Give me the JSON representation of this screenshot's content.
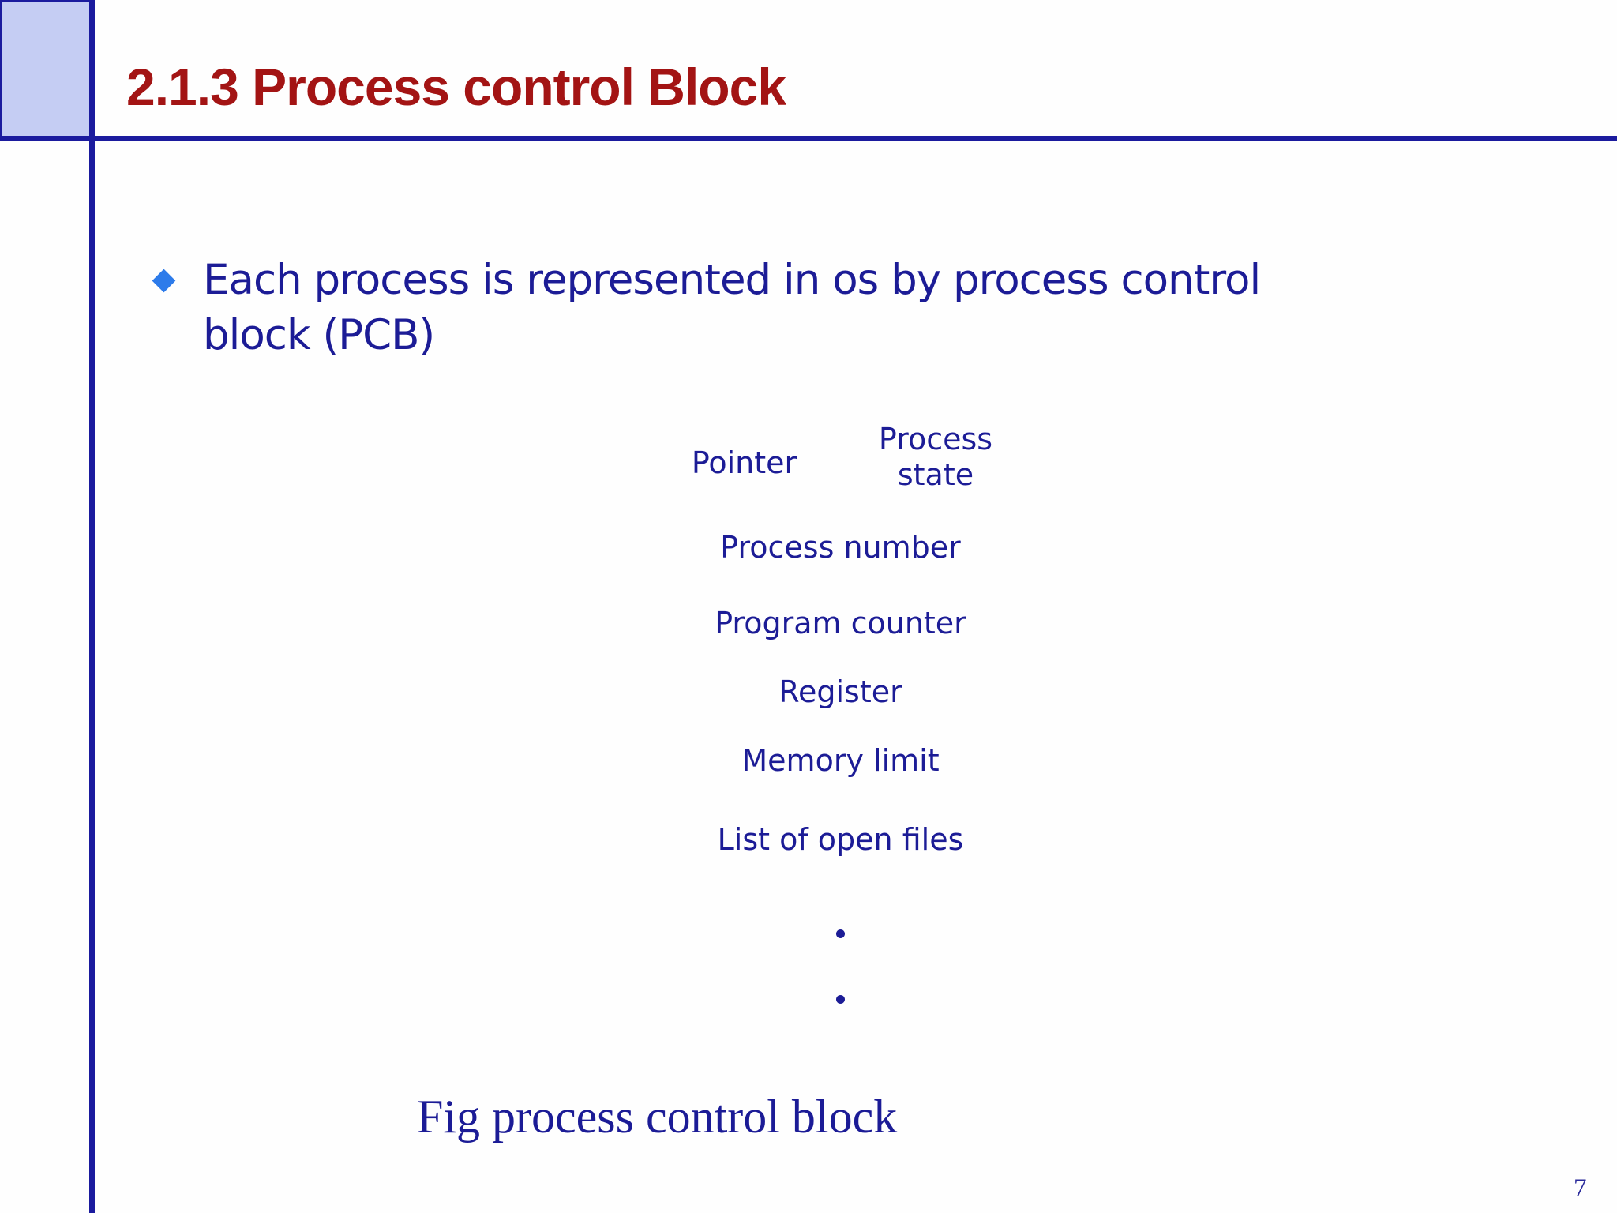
{
  "slide": {
    "title": "2.1.3 Process control Block",
    "page_number": "7"
  },
  "bullet": {
    "icon": "diamond-bullet-icon",
    "lines": [
      "Each process is represented in os by process control",
      "block (PCB)"
    ]
  },
  "diagram": {
    "caption": "Fig process control block",
    "pcb": {
      "header_left": "Pointer",
      "header_right": "Process state",
      "rows": [
        "Process number",
        "Program counter",
        "Register",
        "Memory limit",
        "List of open files"
      ],
      "ellipsis_dot_count": 2
    }
  },
  "colors": {
    "rule_navy": "#1b1b9e",
    "text_navy": "#1c1c96",
    "title_red": "#a31414",
    "bullet_blue": "#2d7bea",
    "corner_box_fill": "#c5cdf3"
  }
}
